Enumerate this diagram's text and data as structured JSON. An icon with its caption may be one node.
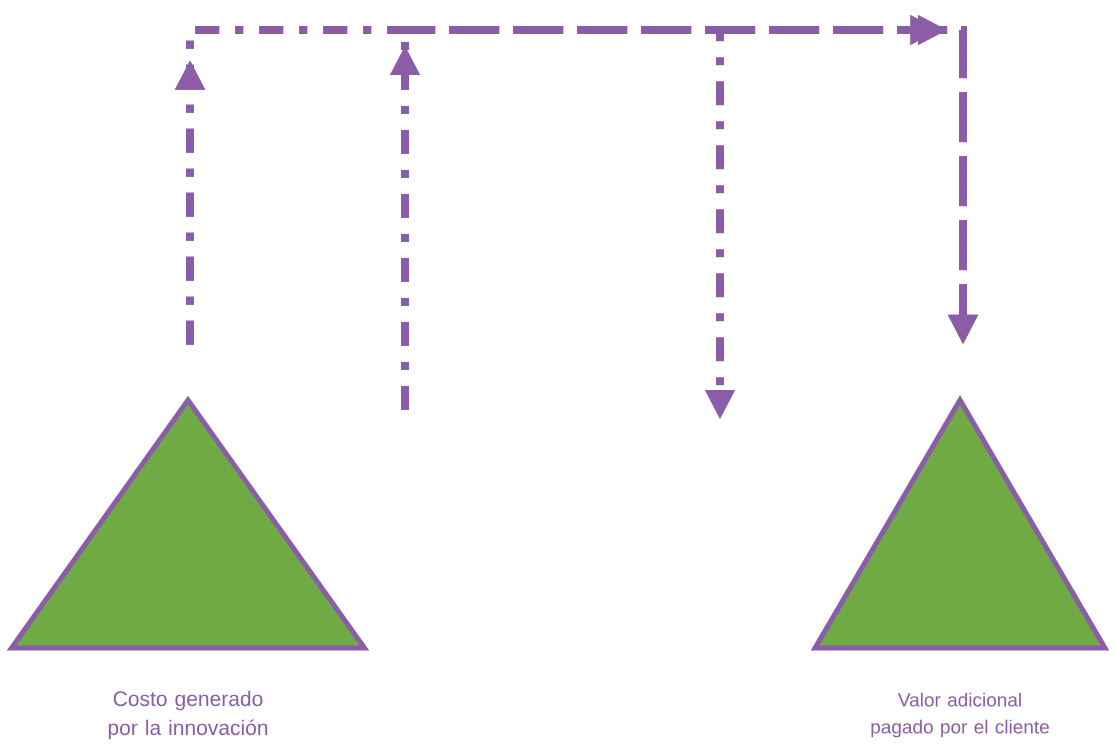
{
  "diagram": {
    "nodes": [
      {
        "text": [
          "Costo generado por la innovación"
        ]
      },
      {
        "text": [
          "Valor adicional pagado por el cliente"
        ]
      }
    ],
    "edges": [
      {
        "from": 0,
        "to": 1,
        "arrow": "to",
        "style": "dashed"
      },
      {
        "from": null,
        "to": 1,
        "arrow": "to",
        "style": "dashed"
      },
      {
        "from": 0,
        "to": null,
        "arrow": "to",
        "style": "dashed"
      }
    ]
  }
}
